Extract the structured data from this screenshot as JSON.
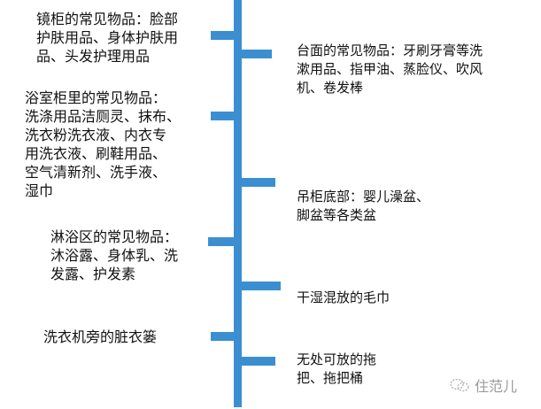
{
  "left_items": [
    {
      "lines": [
        "镜柜的常见物品：脸部",
        "护肤用品、身体护肤用",
        "品、头发护理用品"
      ]
    },
    {
      "lines": [
        "浴室柜里的常见物品：",
        "洗涤用品洁厕灵、抹布、",
        "洗衣粉洗衣液、内衣专",
        "用洗衣液、刷鞋用品、",
        "空气清新剂、洗手液、",
        "湿巾"
      ]
    },
    {
      "lines": [
        "淋浴区的常见物品：",
        "沐浴露、身体乳、洗",
        "发露、护发素"
      ]
    },
    {
      "lines": [
        "洗衣机旁的脏衣篓"
      ]
    }
  ],
  "right_items": [
    {
      "lines": [
        "台面的常见物品：牙刷牙膏等洗",
        "漱用品、指甲油、蒸脸仪、吹风",
        "机、卷发棒"
      ]
    },
    {
      "lines": [
        "吊柜底部：婴儿澡盆、",
        "脚盆等各类盆"
      ]
    },
    {
      "lines": [
        "干湿混放的毛巾"
      ]
    },
    {
      "lines": [
        "无处可放的拖",
        "把、拖把桶"
      ]
    }
  ],
  "watermark": {
    "text": "住范儿"
  },
  "colors": {
    "accent": "#3b8fd0"
  }
}
